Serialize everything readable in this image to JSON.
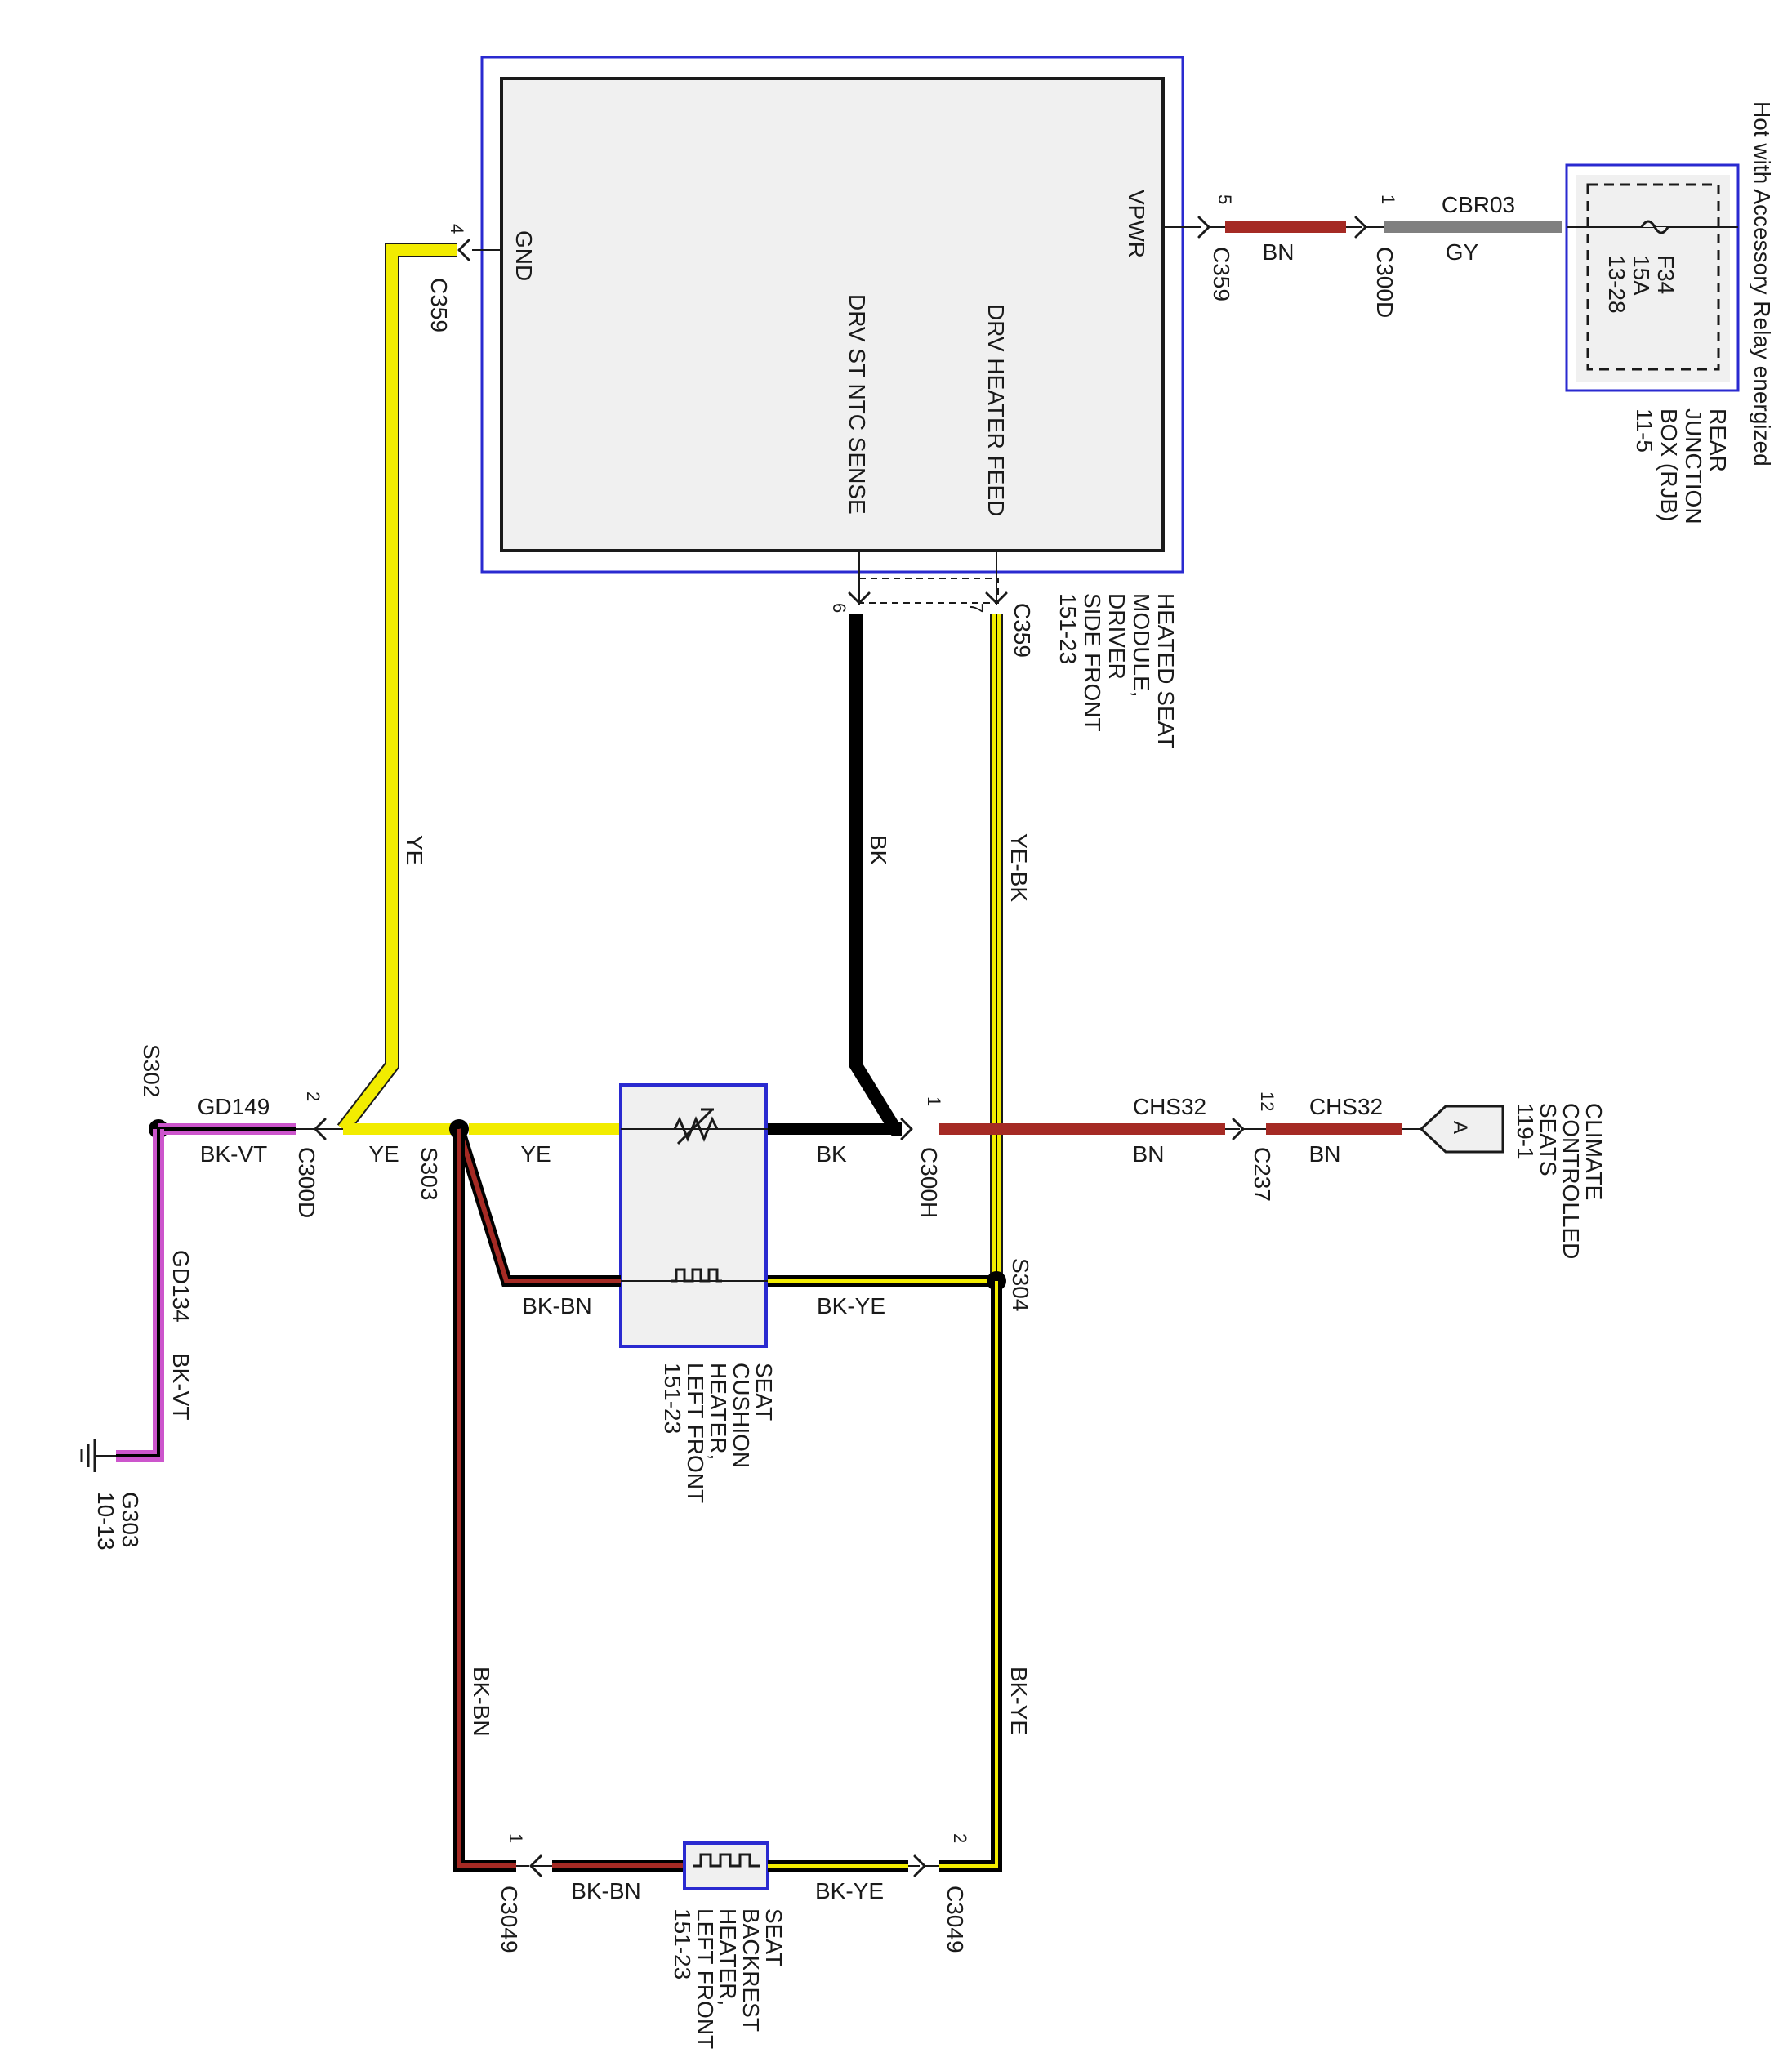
{
  "module": {
    "pins": {
      "gnd": "GND",
      "vpwr": "VPWR",
      "ntc": "DRV ST NTC SENSE",
      "feed": "DRV HEATER FEED"
    },
    "name": [
      "HEATED SEAT",
      "MODULE,",
      "DRIVER",
      "SIDE FRONT",
      "151-23"
    ]
  },
  "rjb": {
    "fuse": [
      "F34",
      "15A",
      "13-28"
    ],
    "name": [
      "REAR",
      "JUNCTION",
      "BOX (RJB)",
      "11-5"
    ],
    "hot_label": "Hot with Accessory Relay energized"
  },
  "connectors": {
    "c359_4": {
      "pin": "4",
      "name": "C359"
    },
    "c359_5": {
      "pin": "5",
      "name": "C359"
    },
    "c359_67": {
      "pin_a": "6",
      "pin_b": "7",
      "name": "C359"
    },
    "c300d_1": {
      "pin": "1",
      "name": "C300D"
    },
    "c300d_2": {
      "pin": "2",
      "name": "C300D"
    },
    "c300h_1": {
      "pin": "1",
      "name": "C300H"
    },
    "c237_12": {
      "pin": "12",
      "name": "C237"
    },
    "c3049_1": {
      "pin": "1",
      "name": "C3049"
    },
    "c3049_2": {
      "pin": "2",
      "name": "C3049"
    }
  },
  "wires": {
    "bn_top": "BN",
    "cbr03": "CBR03",
    "gy": "GY",
    "ye_vert": "YE",
    "bk_vert": "BK",
    "yebk_vert": "YE-BK",
    "gd149": "GD149",
    "bkvt_h": "BK-VT",
    "ye_left": "YE",
    "ye_mid": "YE",
    "bk_mid": "BK",
    "chs32_a": "CHS32",
    "bn_a": "BN",
    "chs32_b": "CHS32",
    "bn_b": "BN",
    "bkbn_h": "BK-BN",
    "bkye_h": "BK-YE",
    "gd134": "GD134",
    "bkvt_v": "BK-VT",
    "bkbn_v": "BK-BN",
    "bkye_v": "BK-YE",
    "bkbn_bot": "BK-BN",
    "bkye_bot": "BK-YE"
  },
  "splices": {
    "s302": "S302",
    "s303": "S303",
    "s304": "S304"
  },
  "ground": {
    "name": "G303",
    "ref": "10-13"
  },
  "climate": {
    "tag": "A",
    "name": [
      "CLIMATE",
      "CONTROLLED",
      "SEATS",
      "119-1"
    ]
  },
  "cushion": {
    "name": [
      "SEAT",
      "CUSHION",
      "HEATER,",
      "LEFT FRONT",
      "151-23"
    ]
  },
  "backrest": {
    "name": [
      "SEAT",
      "BACKREST",
      "HEATER,",
      "LEFT FRONT",
      "151-23"
    ]
  },
  "colors": {
    "BN": "#a52a24",
    "GY": "#808080",
    "YE": "#f2ec00",
    "BK": "#000000",
    "VT": "#cc55cc",
    "frame": "#2a2ad0"
  }
}
